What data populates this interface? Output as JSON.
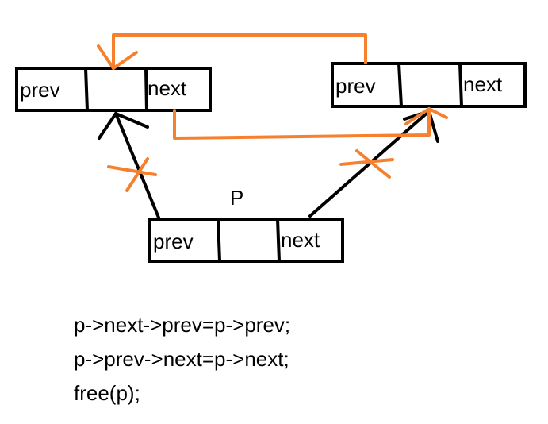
{
  "colors": {
    "ink": "#000000",
    "highlight": "#f5812f",
    "background": "#ffffff"
  },
  "nodes": {
    "left": {
      "prev_label": "prev",
      "next_label": "next"
    },
    "right": {
      "prev_label": "prev",
      "next_label": "next"
    },
    "p": {
      "name": "P",
      "prev_label": "prev",
      "next_label": "next"
    }
  },
  "code": [
    "p->next->prev=p->prev;",
    "p->prev->next=p->next;",
    "free(p);"
  ]
}
